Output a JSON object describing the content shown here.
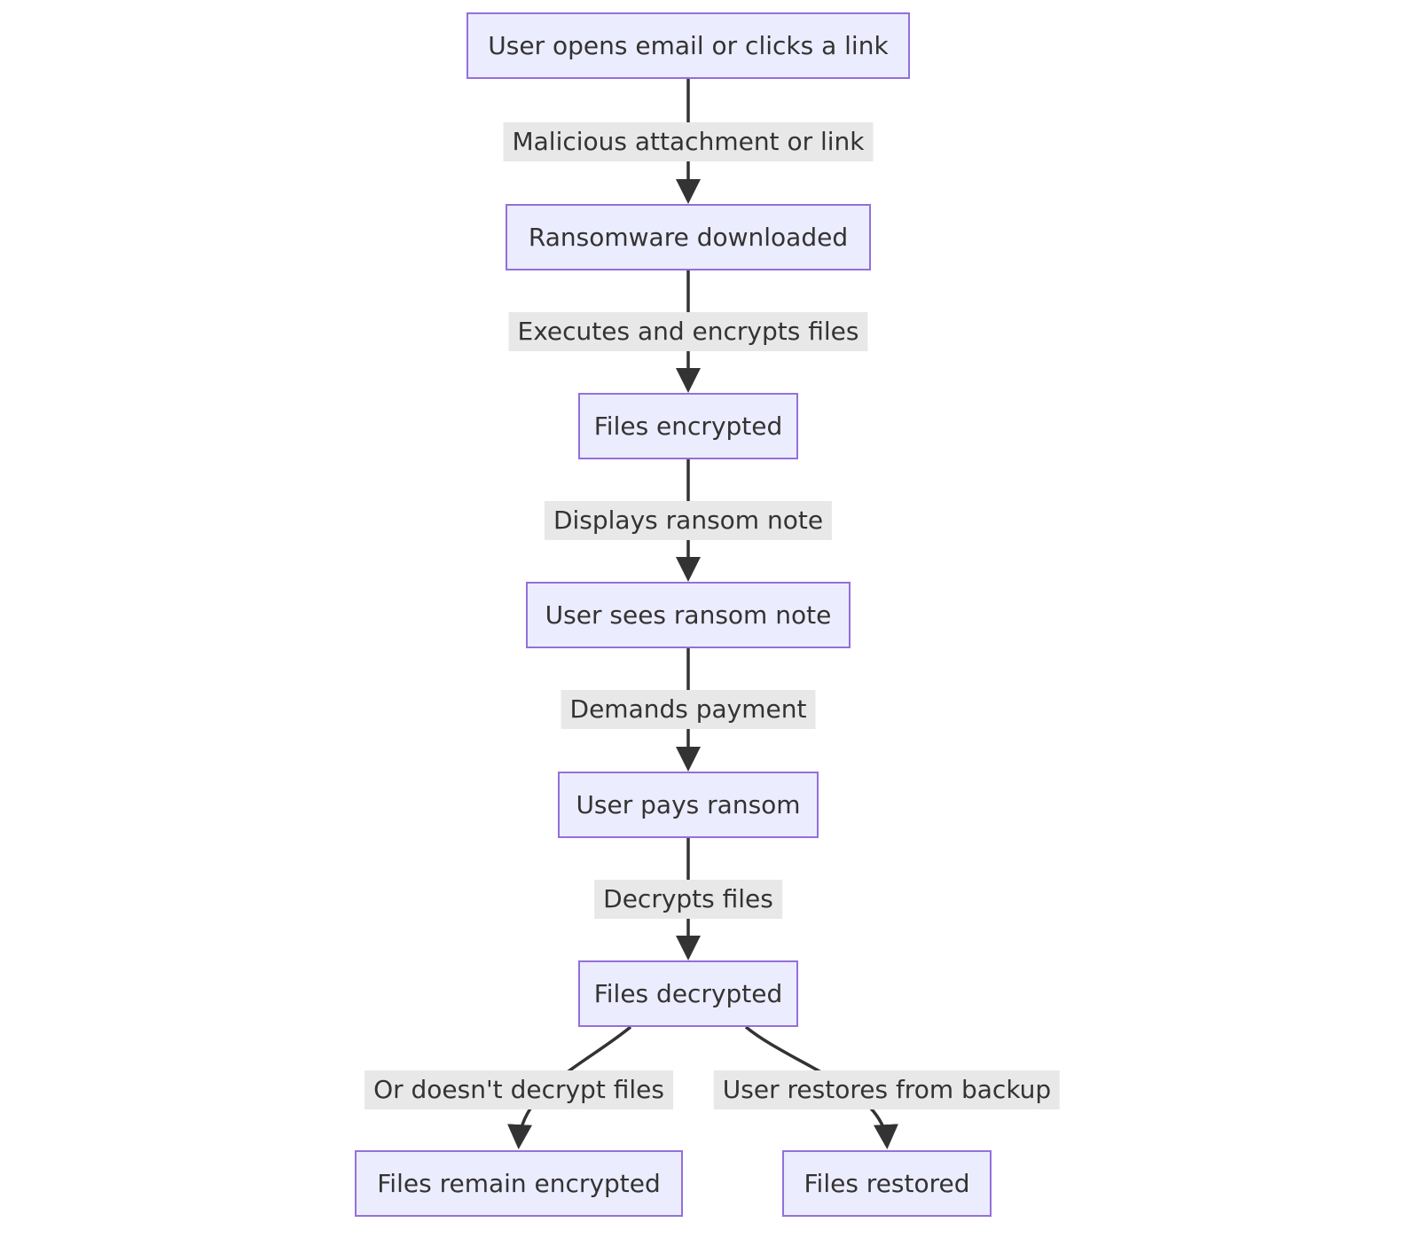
{
  "diagram": {
    "type": "flowchart",
    "direction": "top-down",
    "colors": {
      "node_fill": "#ECECFF",
      "node_border": "#9370DB",
      "edge_label_background": "#e8e8e8",
      "line": "#333333",
      "text": "#333333",
      "canvas": "#ffffff"
    },
    "nodes": [
      {
        "id": "A",
        "label": "User opens email or clicks a link"
      },
      {
        "id": "B",
        "label": "Ransomware downloaded"
      },
      {
        "id": "C",
        "label": "Files encrypted"
      },
      {
        "id": "D",
        "label": "User sees ransom note"
      },
      {
        "id": "E",
        "label": "User pays ransom"
      },
      {
        "id": "F",
        "label": "Files decrypted"
      },
      {
        "id": "G",
        "label": "Files remain encrypted"
      },
      {
        "id": "H",
        "label": "Files restored"
      }
    ],
    "edges": [
      {
        "from": "A",
        "to": "B",
        "label": "Malicious attachment or link"
      },
      {
        "from": "B",
        "to": "C",
        "label": "Executes and encrypts files"
      },
      {
        "from": "C",
        "to": "D",
        "label": "Displays ransom note"
      },
      {
        "from": "D",
        "to": "E",
        "label": "Demands payment"
      },
      {
        "from": "E",
        "to": "F",
        "label": "Decrypts files"
      },
      {
        "from": "F",
        "to": "G",
        "label": "Or doesn't decrypt files"
      },
      {
        "from": "F",
        "to": "H",
        "label": "User restores from backup"
      }
    ]
  }
}
